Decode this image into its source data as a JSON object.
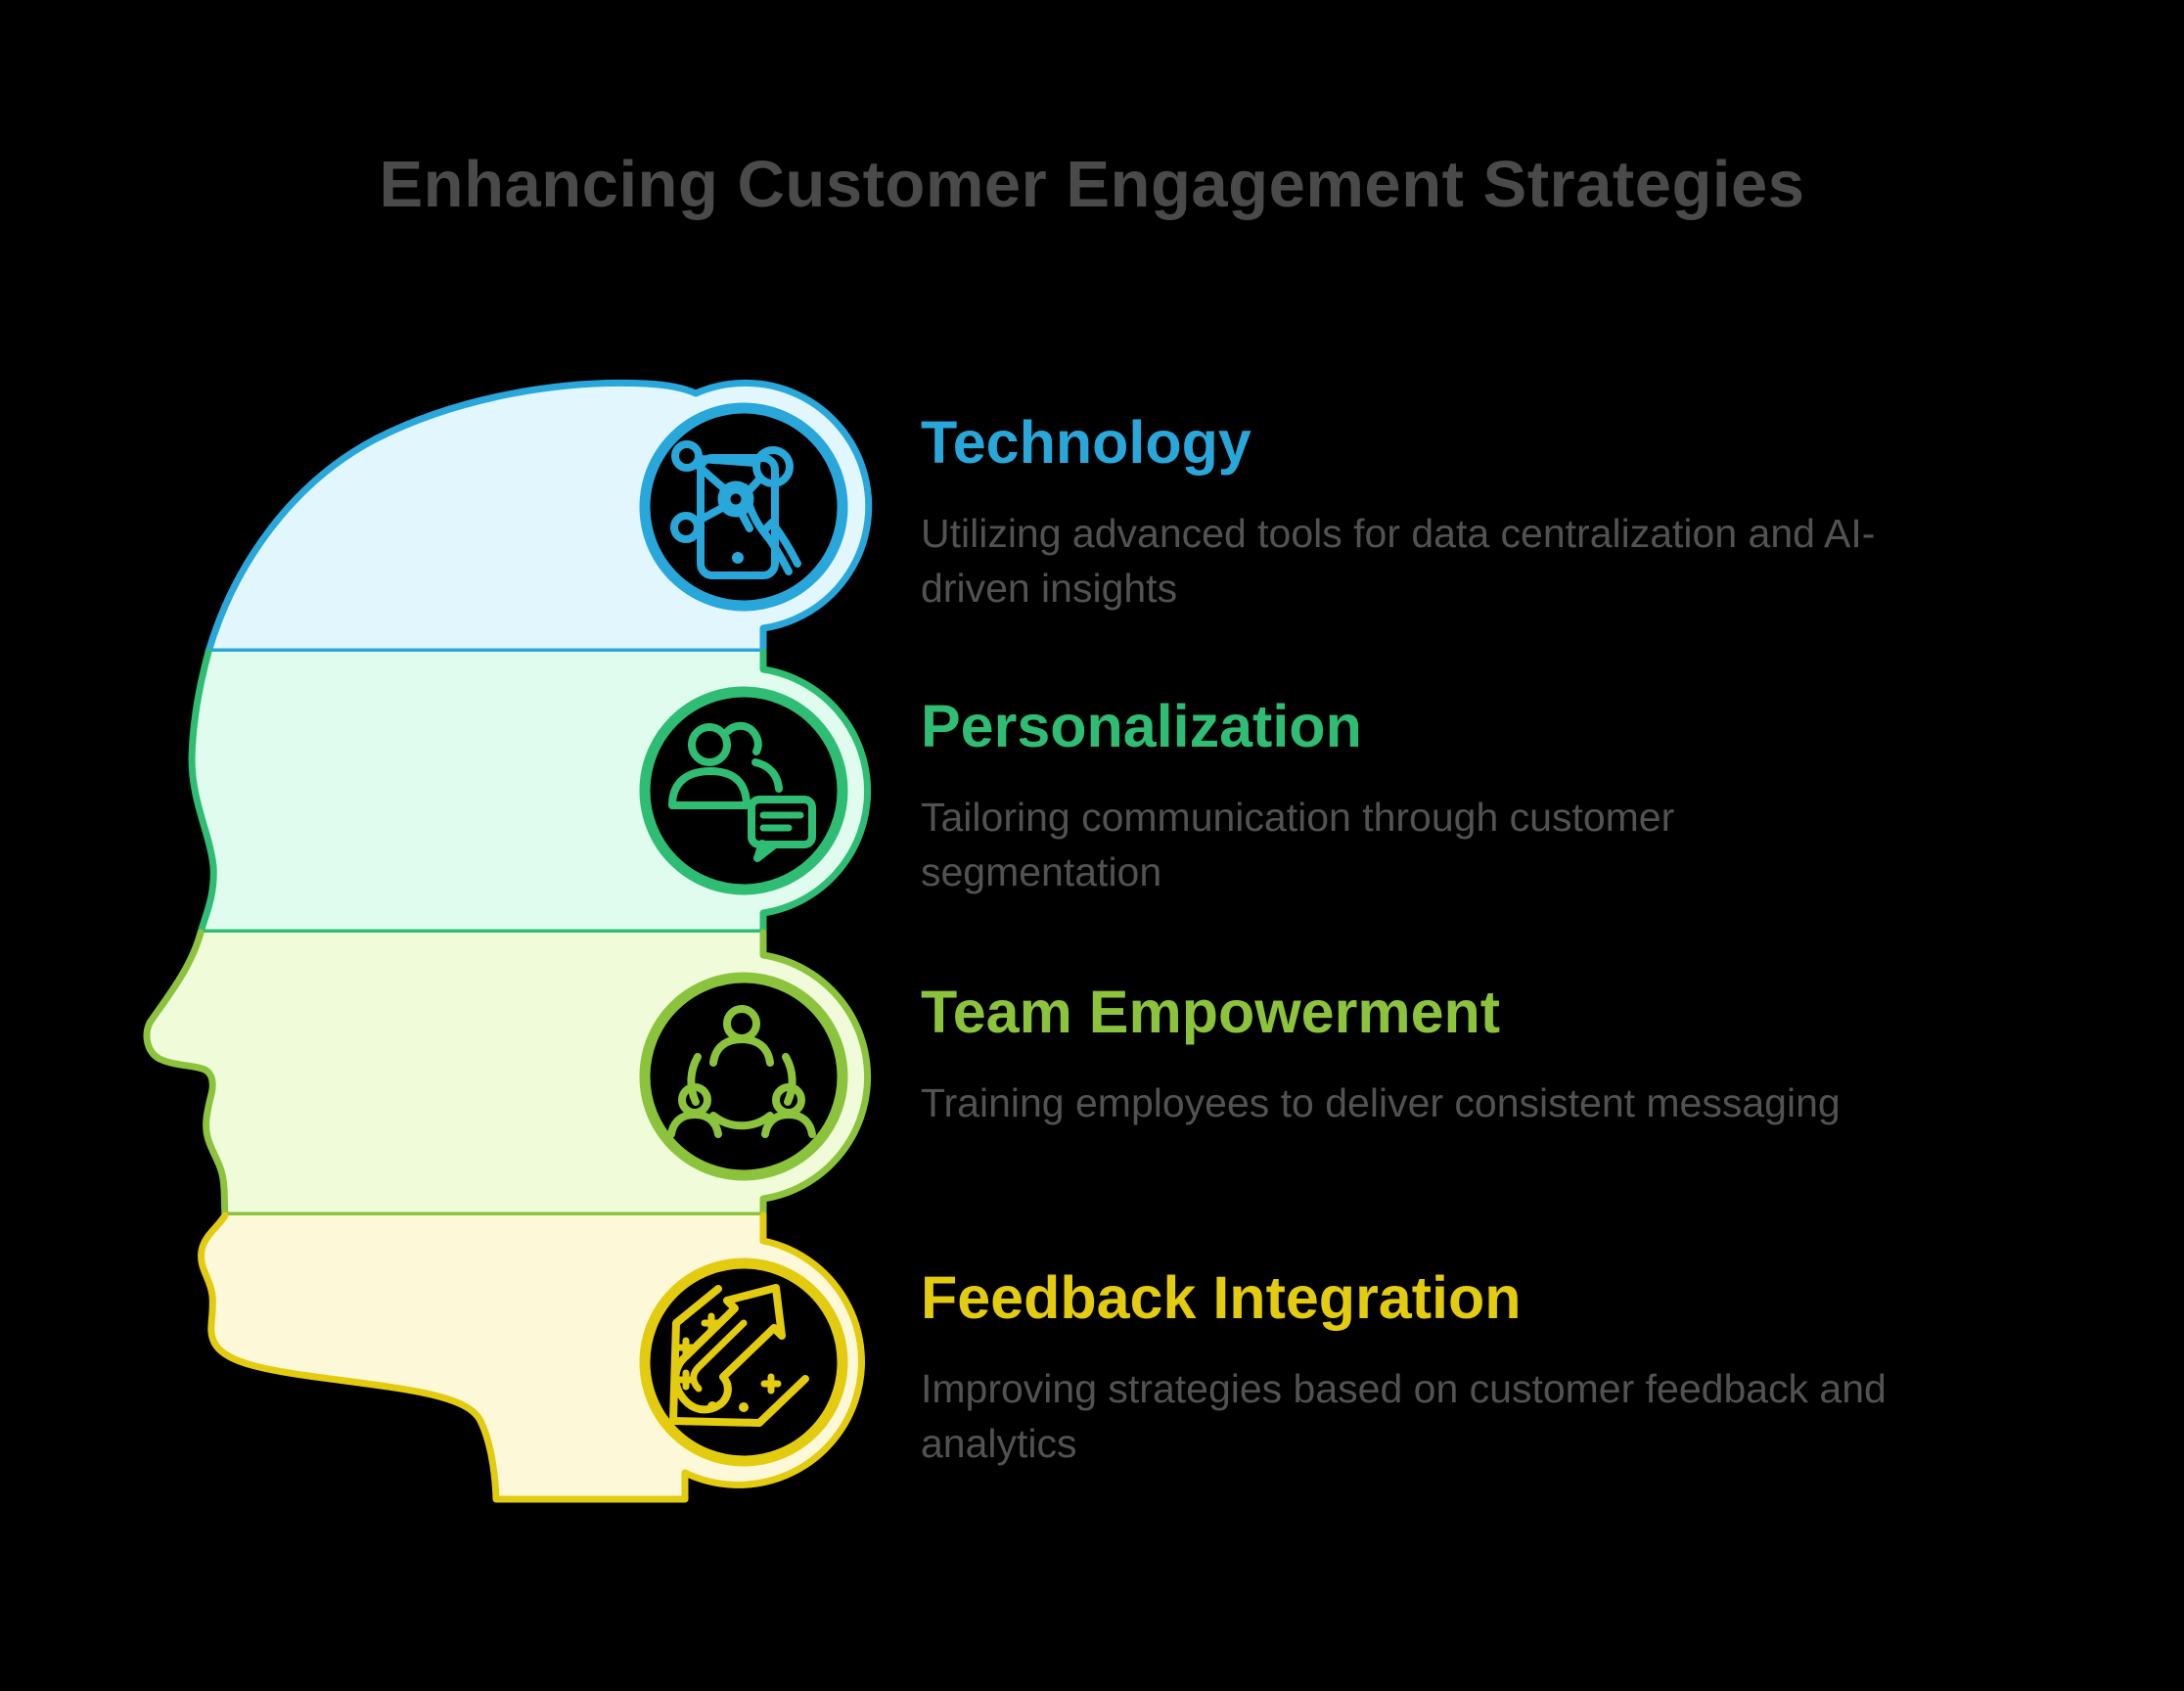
{
  "title": "Enhancing Customer Engagement Strategies",
  "colors": {
    "background": "#000000",
    "title_text": "#4a4a4a",
    "body_text": "#525252",
    "technology": "#29a7db",
    "technology_fill": "#e2f6fd",
    "personalization": "#2fbd74",
    "personalization_fill": "#e0fcef",
    "team_empowerment": "#8cc33d",
    "team_empowerment_fill": "#f0fbda",
    "feedback_integration": "#e3cb10",
    "feedback_integration_fill": "#fdf9d8"
  },
  "diagram": {
    "shape": "human-head-profile",
    "bands": [
      "Technology",
      "Personalization",
      "Team Empowerment",
      "Feedback Integration"
    ]
  },
  "sections": [
    {
      "heading": "Technology",
      "description": "Utilizing advanced tools for data centralization and AI-\ndriven insights",
      "icon": "phone-network-hand-icon",
      "color": "#29a7db"
    },
    {
      "heading": "Personalization",
      "description": "Tailoring communication through customer\nsegmentation",
      "icon": "people-chat-icon",
      "color": "#2fbd74"
    },
    {
      "heading": "Team Empowerment",
      "description": "Training employees to deliver consistent messaging",
      "icon": "team-network-icon",
      "color": "#8cc33d"
    },
    {
      "heading": "Feedback Integration",
      "description": "Improving strategies based on customer feedback and\nanalytics",
      "icon": "arrow-growth-icon",
      "color": "#e3cb10"
    }
  ]
}
